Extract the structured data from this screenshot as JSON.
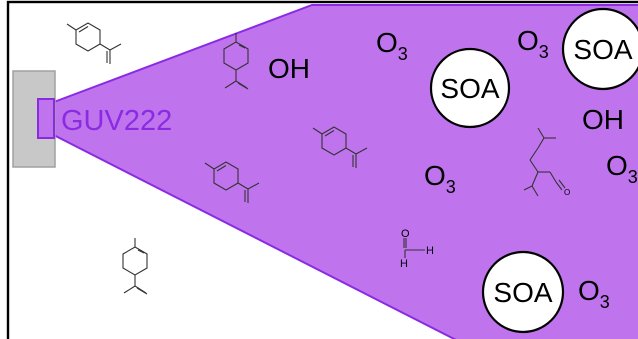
{
  "lamp": {
    "label": "GUV222"
  },
  "species": {
    "oh": "OH",
    "ozone_base": "O",
    "ozone_sub": "3",
    "soa": "SOA",
    "aldehyde_h": "H"
  },
  "molecule_labels": {
    "carbonyl_o": "O"
  },
  "colors": {
    "beam_fill": "#bf74ee",
    "beam_stroke": "#8a2be2",
    "lamp_fill": "#c8c8c8",
    "lamp_stroke": "#a0a0a0",
    "lamp_label": "#8a2be2",
    "chamber_stroke": "#000000"
  }
}
